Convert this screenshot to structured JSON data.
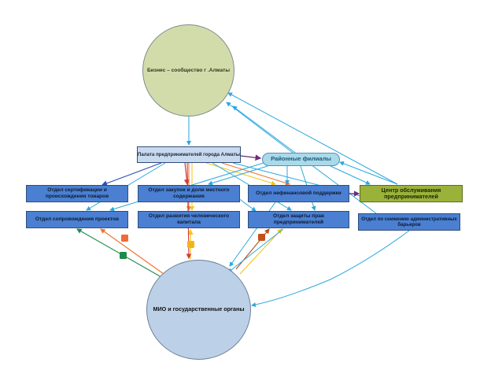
{
  "nodes": {
    "business": "Бизнес – сообщество г .Алматы",
    "mio": "МИО и государственные органы",
    "palata": "Палата предпринимателей города Алматы",
    "filials": "Районные филиалы",
    "cert": "Отдел сертификации и происхождения товаров",
    "zakup": "Отдел закупок и доли местного содержания",
    "nefin": "Отдел нефинансовой поддержки",
    "center": "Центр обслуживания предпринимателей",
    "sopr": "Отдел сопровождения проектов",
    "razv": "Отдел развития человеческого капитала",
    "zash": "Отдел защиты прав предпринимателей",
    "snizh": "Отдел по снижению административных барьеров"
  },
  "colors": {
    "business_fill": "#d2dcab",
    "mio_fill": "#bcd0e8",
    "department_fill": "#4a7fd2",
    "palata_fill": "#c9daf0",
    "filials_fill": "#a8daea",
    "center_fill": "#9ab23a",
    "arrow_blue": "#2aa8e0",
    "arrow_navy": "#2c4fb0",
    "arrow_purple": "#6b2c7a",
    "arrow_red": "#d63a3a",
    "arrow_orange": "#f0732e",
    "arrow_yellow": "#f5c518",
    "arrow_green": "#1f8a4a",
    "arrow_brown": "#b5531c"
  }
}
